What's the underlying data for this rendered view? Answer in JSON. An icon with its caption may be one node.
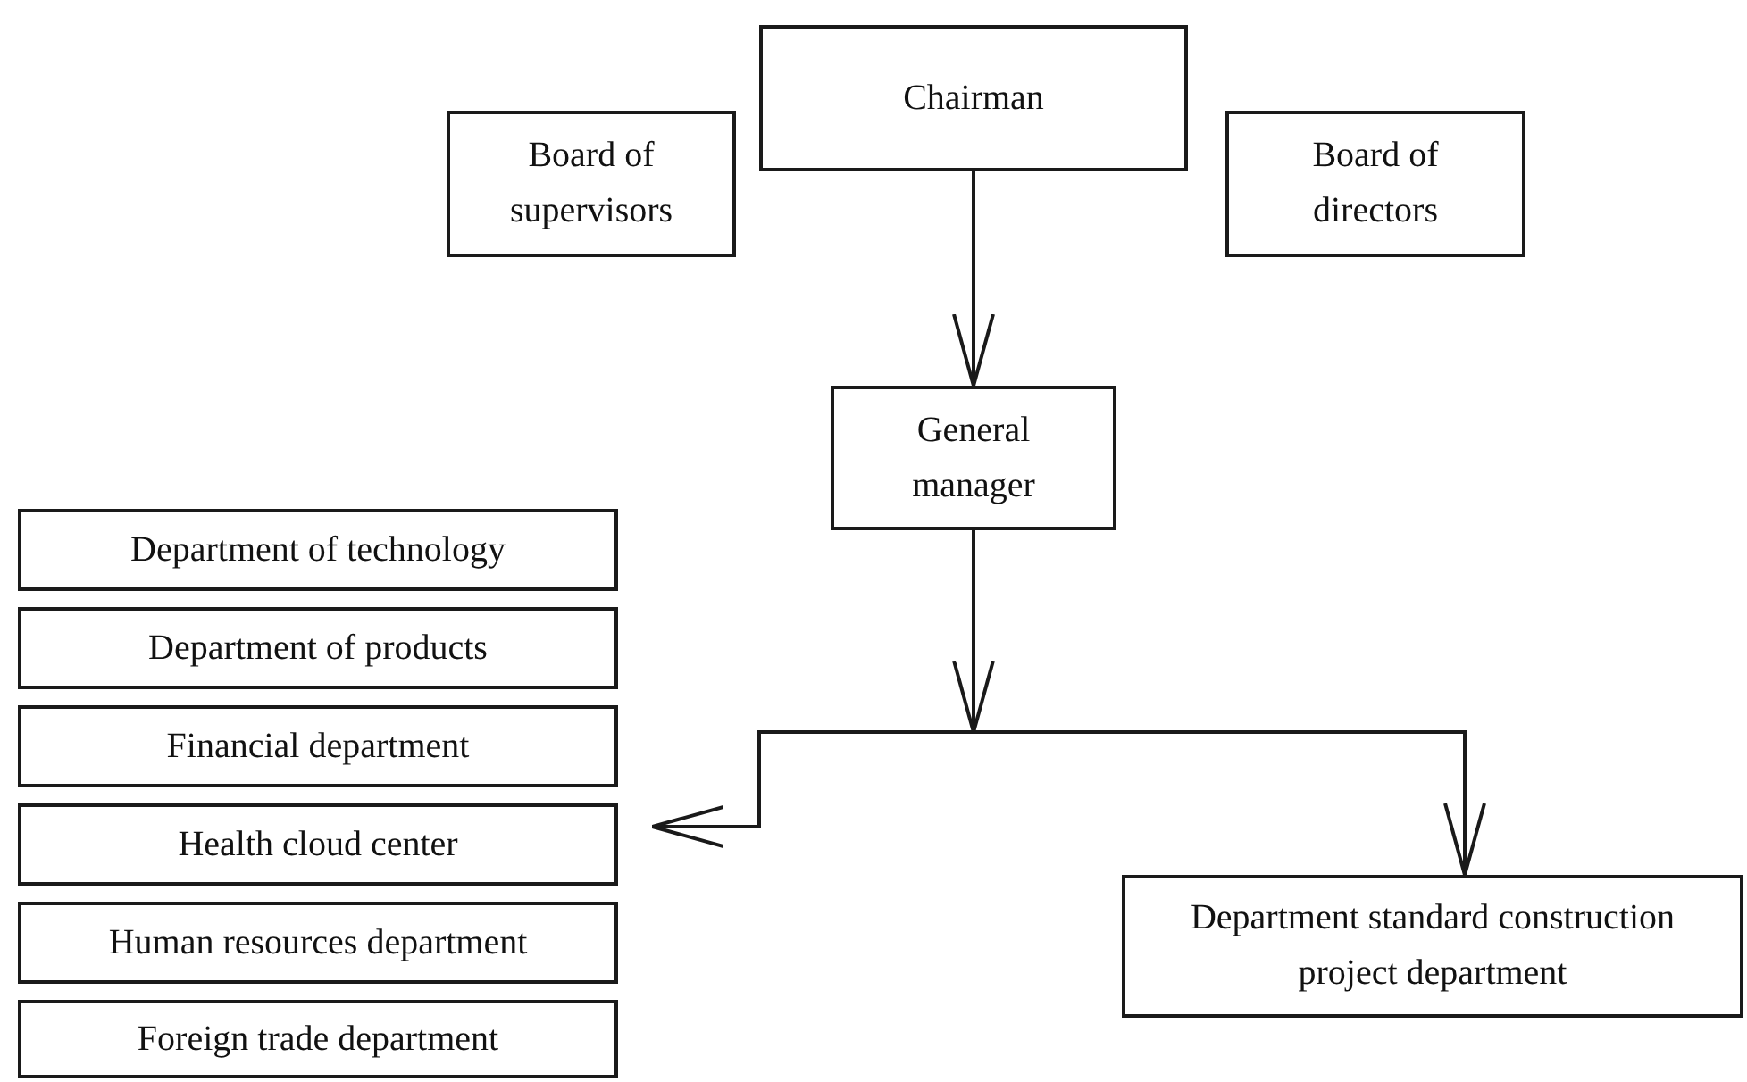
{
  "diagram": {
    "nodes": [
      {
        "text": [
          "Board of supervisors"
        ]
      },
      {
        "text": [
          "Chairman"
        ]
      },
      {
        "text": [
          "Board of directors"
        ]
      },
      {
        "text": [
          "General manager"
        ]
      },
      {
        "text": [
          "Department of technology"
        ]
      },
      {
        "text": [
          "Department of products"
        ]
      },
      {
        "text": [
          "Financial department"
        ]
      },
      {
        "text": [
          "Health cloud center"
        ]
      },
      {
        "text": [
          "Human resources department"
        ]
      },
      {
        "text": [
          "Foreign trade department"
        ]
      },
      {
        "text": [
          "Department standard construction project department"
        ]
      }
    ],
    "edges": [
      {
        "from": 1,
        "to": 3,
        "arrow": "to"
      },
      {
        "from": 3,
        "to": 10,
        "arrow": "to"
      },
      {
        "from": 3,
        "to": 7,
        "arrow": "to"
      }
    ]
  }
}
